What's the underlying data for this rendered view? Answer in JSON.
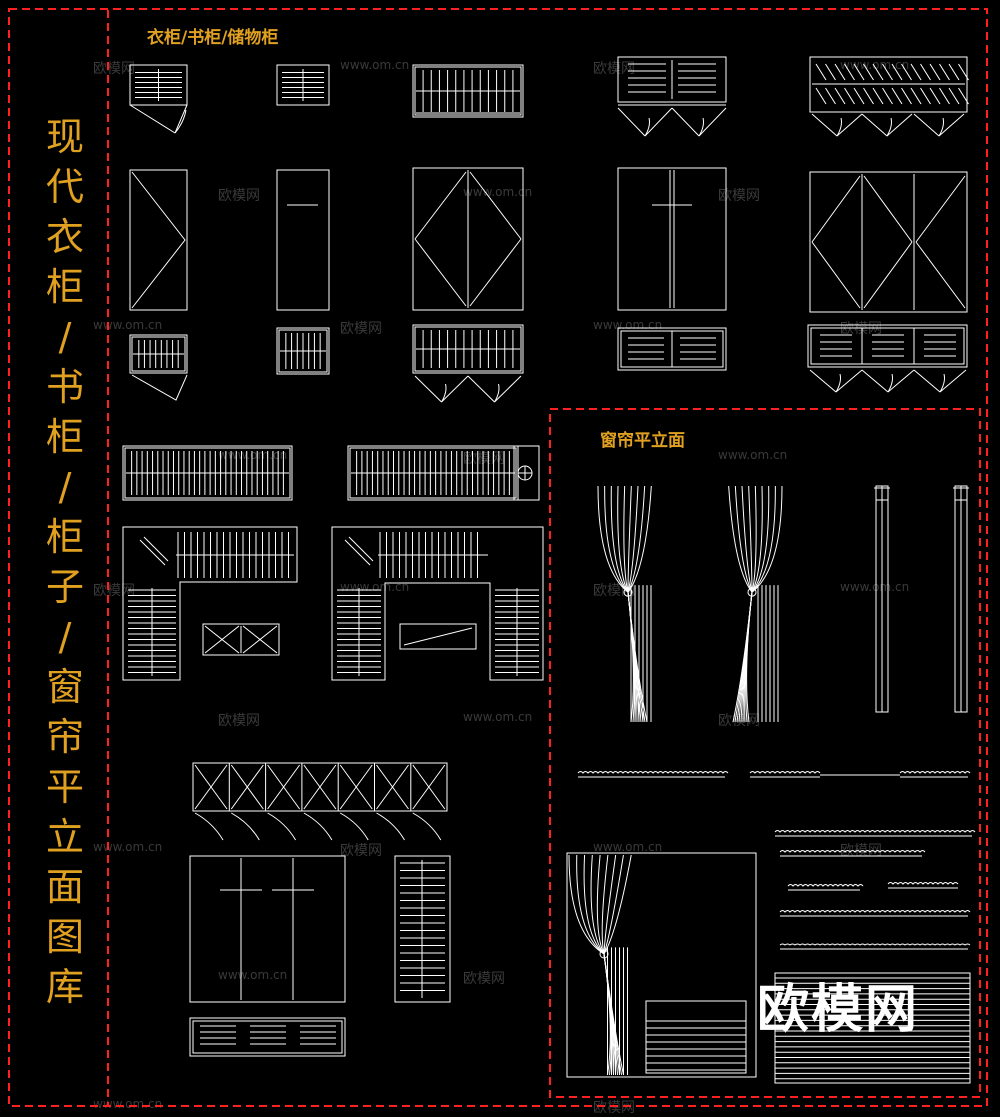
{
  "main_title_chars": [
    "现",
    "代",
    "衣",
    "柜",
    "/",
    "书",
    "柜",
    "/",
    "柜",
    "子",
    "/",
    "窗",
    "帘",
    "平",
    "立",
    "面",
    "图",
    "库"
  ],
  "section_wardrobe_title": "衣柜/书柜/储物柜",
  "section_curtain_title": "窗帘平立面",
  "watermark_brand": "欧模网",
  "watermark_url": "www.om.cn",
  "big_watermark": "欧模网",
  "colors": {
    "background": "#000000",
    "frame": "#ff2020",
    "title": "#e0a020",
    "lines": "#ffffff",
    "watermark": "#3a3a3a"
  }
}
